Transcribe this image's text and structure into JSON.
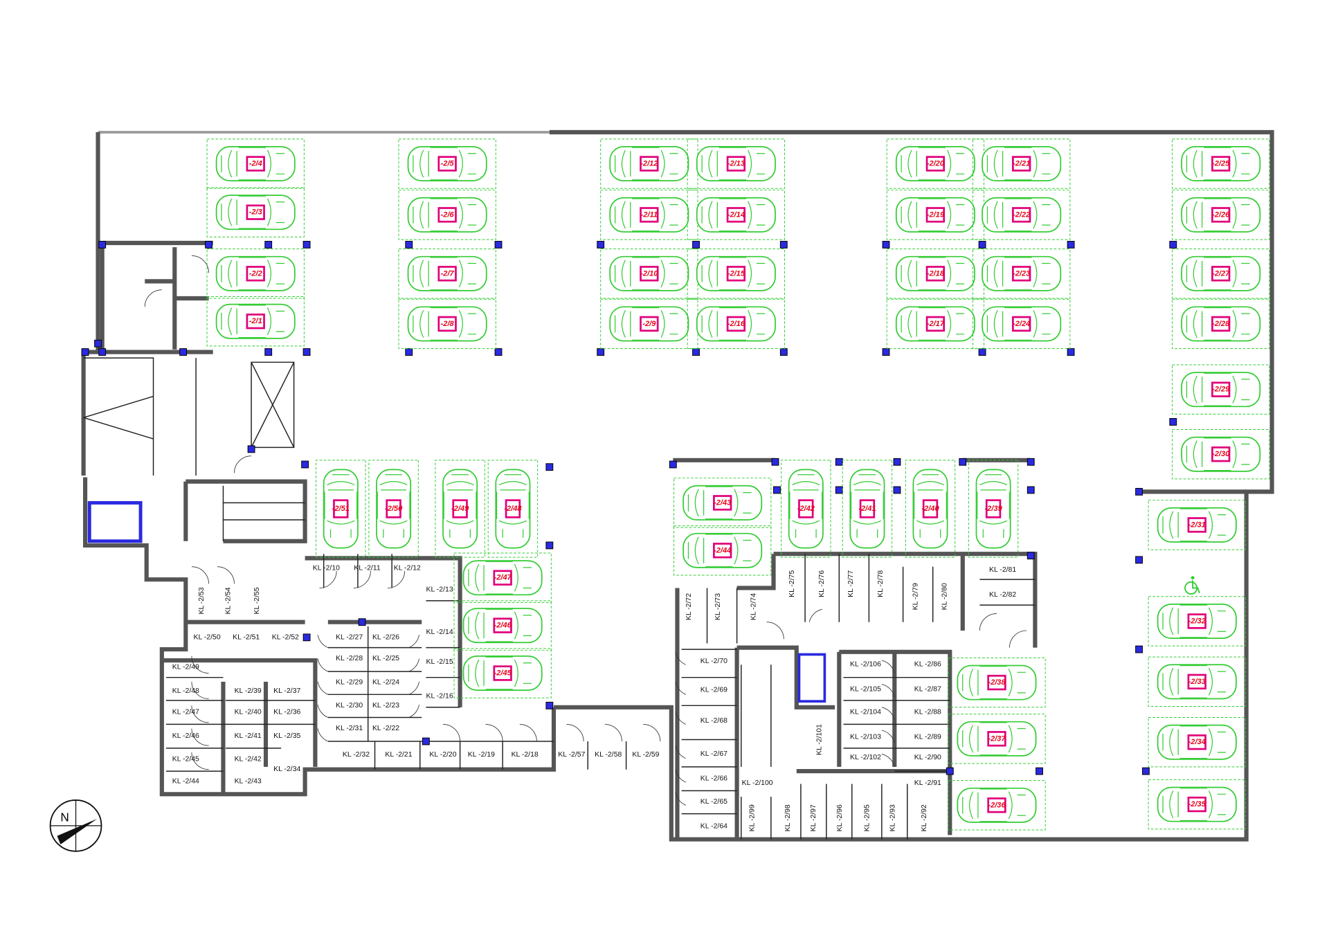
{
  "plan": {
    "compass_label": "N",
    "colors": {
      "car": "#33cc33",
      "label_border": "#e0007a",
      "label_text": "#e8001c",
      "column": "#2a2ae0",
      "wall": "#555555"
    },
    "parking_spots": [
      "-2/1",
      "-2/2",
      "-2/3",
      "-2/4",
      "-2/5",
      "-2/6",
      "-2/7",
      "-2/8",
      "-2/9",
      "-2/10",
      "-2/11",
      "-2/12",
      "-2/13",
      "-2/14",
      "-2/15",
      "-2/16",
      "-2/17",
      "-2/18",
      "-2/19",
      "-2/20",
      "-2/21",
      "-2/22",
      "-2/23",
      "-2/24",
      "-2/25",
      "-2/26",
      "-2/27",
      "-2/28",
      "-2/29",
      "-2/30",
      "-2/31",
      "-2/32",
      "-2/33",
      "-2/34",
      "-2/35",
      "-2/36",
      "-2/37",
      "-2/38",
      "-2/39",
      "-2/40",
      "-2/41",
      "-2/42",
      "-2/43",
      "-2/44",
      "-2/45",
      "-2/46",
      "-2/47",
      "-2/48",
      "-2/49",
      "-2/50",
      "-2/51"
    ],
    "storage_units": [
      "KL -2/10",
      "KL -2/11",
      "KL -2/12",
      "KL -2/13",
      "KL -2/14",
      "KL -2/15",
      "KL -2/16",
      "KL -2/50",
      "KL -2/51",
      "KL -2/52",
      "KL -2/53",
      "KL -2/54",
      "KL -2/55",
      "KL -2/49",
      "KL -2/48",
      "KL -2/47",
      "KL -2/46",
      "KL -2/45",
      "KL -2/44",
      "KL -2/39",
      "KL -2/40",
      "KL -2/41",
      "KL -2/42",
      "KL -2/43",
      "KL -2/37",
      "KL -2/36",
      "KL -2/35",
      "KL -2/34",
      "KL -2/27",
      "KL -2/28",
      "KL -2/29",
      "KL -2/30",
      "KL -2/31",
      "KL -2/26",
      "KL -2/25",
      "KL -2/24",
      "KL -2/23",
      "KL -2/22",
      "KL -2/32",
      "KL -2/21",
      "KL -2/20",
      "KL -2/19",
      "KL -2/18",
      "KL -2/57",
      "KL -2/58",
      "KL -2/59",
      "KL -2/72",
      "KL -2/73",
      "KL -2/74",
      "KL -2/75",
      "KL -2/76",
      "KL -2/77",
      "KL -2/78",
      "KL -2/79",
      "KL -2/80",
      "KL -2/81",
      "KL -2/82",
      "KL -2/70",
      "KL -2/69",
      "KL -2/68",
      "KL -2/67",
      "KL -2/66",
      "KL -2/65",
      "KL -2/64",
      "KL -2/101",
      "KL -2/106",
      "KL -2/105",
      "KL -2/104",
      "KL -2/103",
      "KL -2/102",
      "KL -2/86",
      "KL -2/87",
      "KL -2/88",
      "KL -2/89",
      "KL -2/90",
      "KL -2/91",
      "KL -2/100",
      "KL -2/99",
      "KL -2/98",
      "KL -2/97",
      "KL -2/96",
      "KL -2/95",
      "KL -2/93",
      "KL -2/92"
    ]
  }
}
